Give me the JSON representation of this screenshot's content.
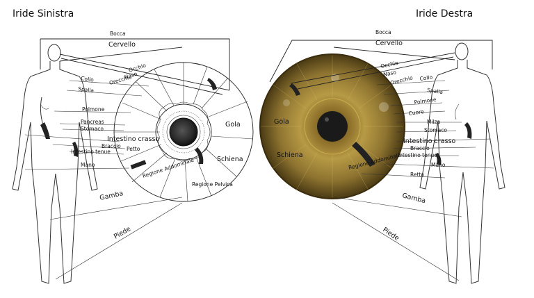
{
  "titles": {
    "left": "Iride Sinistra",
    "right": "Iride Destra"
  },
  "left_labels": {
    "bocca": "Bocca",
    "cervello": "Cervello",
    "occhio": "Occhio",
    "naso": "Naso",
    "collo": "Collo",
    "orecchio": "Orecchio",
    "spalla": "Spalla",
    "polmone": "Polmone",
    "pancreas": "Pancreas",
    "stomaco": "Stomaco",
    "intestino_crasso": "Intestino crasso",
    "braccio": "Braccio",
    "intestino_tenue": "Intestino tenue",
    "petto": "Petto",
    "mano": "Mano",
    "gola": "Gola",
    "schiena": "Schiena",
    "regione_addominale": "Regione Addominale",
    "regione_pelvica": "Regione Pelvica",
    "gamba": "Gamba",
    "piede": "Piede"
  },
  "right_labels": {
    "bocca": "Bocca",
    "cervello": "Cervello",
    "occhio": "Occhio",
    "naso": "Naso",
    "orecchio": "Orecchio",
    "collo": "Collo",
    "spalla": "Spalla",
    "polmone": "Polmone",
    "cuore": "Cuore",
    "milza": "Milza",
    "stomaco": "Stomaco",
    "intestino_crasso": "Intestino crasso",
    "braccio": "Braccio",
    "intestino_tenue": "Intestino tenue",
    "mano": "Mano",
    "gola": "Gola",
    "schiena": "Schiena",
    "regione_addominale": "Regione Addominale",
    "retto": "Retto",
    "gamba": "Gamba",
    "piede": "Piede"
  },
  "colors": {
    "iris_outer": "#6b5520",
    "iris_mid": "#9c8236",
    "iris_inner": "#c2a44e",
    "pupil": "#1a1a1a"
  }
}
